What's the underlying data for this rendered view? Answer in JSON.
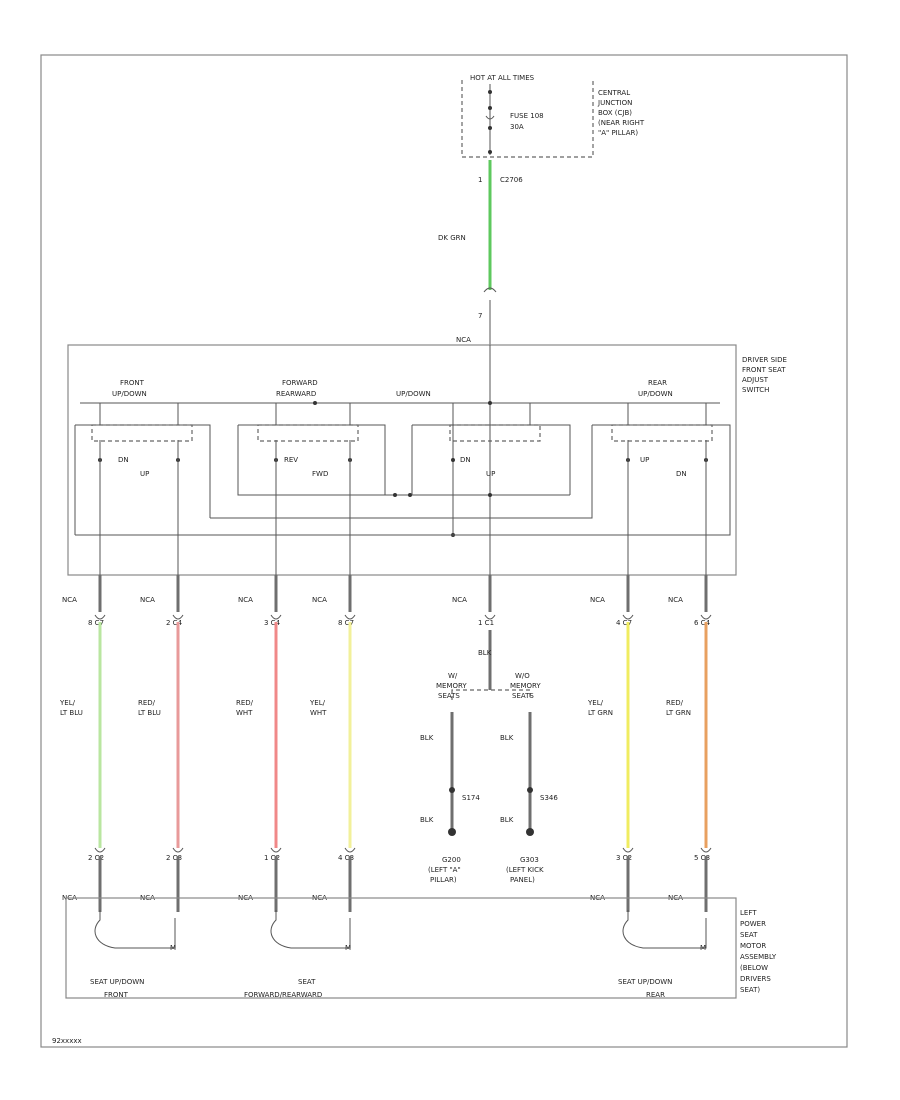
{
  "fuse_block": {
    "hot_label": "HOT AT ALL TIMES",
    "fuse_label": "FUSE 108",
    "fuse_rating": "30A",
    "location": [
      "CENTRAL",
      "JUNCTION",
      "BOX (CJB)",
      "(NEAR RIGHT",
      "\"A\" PILLAR)"
    ],
    "pin": "1",
    "connector": "C2706"
  },
  "feed_wire": {
    "color_label": "DK GRN",
    "color_hex": "#5ec85e",
    "pin": "7"
  },
  "switch": {
    "label": [
      "DRIVER SIDE",
      "FRONT SEAT",
      "ADJUST",
      "SWITCH"
    ],
    "nca_top": "NCA",
    "sections": [
      {
        "title": [
          "FRONT",
          "UP/DOWN"
        ],
        "pos_a": "DN",
        "pos_b": "UP"
      },
      {
        "title": [
          "FORWARD",
          "REARWARD"
        ],
        "pos_a": "REV",
        "pos_b": "FWD"
      },
      {
        "title": [
          "UP/DOWN"
        ],
        "pos_a": "DN",
        "pos_b": "UP"
      },
      {
        "title": [
          "REAR",
          "UP/DOWN"
        ],
        "pos_a": "UP",
        "pos_b": "DN"
      }
    ]
  },
  "wires": [
    {
      "nca": "NCA",
      "pin_top": "8",
      "pin_top_c": "C7",
      "color": [
        "YEL/",
        "LT BLU"
      ],
      "hex": "#b9e6a0",
      "pin_bot": "2",
      "pin_bot_c": "C2"
    },
    {
      "nca": "NCA",
      "pin_top": "2",
      "pin_top_c": "C4",
      "color": [
        "RED/",
        "LT BLU"
      ],
      "hex": "#e89a9a",
      "pin_bot": "2",
      "pin_bot_c": "C3"
    },
    {
      "nca": "NCA",
      "pin_top": "3",
      "pin_top_c": "C4",
      "color": [
        "RED/",
        "WHT"
      ],
      "hex": "#f08888",
      "pin_bot": "1",
      "pin_bot_c": "C2"
    },
    {
      "nca": "NCA",
      "pin_top": "8",
      "pin_top_c": "C7",
      "color": [
        "YEL/",
        "WHT"
      ],
      "hex": "#f2f09a",
      "pin_bot": "4",
      "pin_bot_c": "C3"
    },
    {
      "nca": "NCA",
      "pin_top": "1",
      "pin_top_c": "C1",
      "color": [],
      "hex": "#6f6f6f",
      "pin_bot": "",
      "pin_bot_c": ""
    },
    {
      "nca": "NCA",
      "pin_top": "4",
      "pin_top_c": "C7",
      "color": [
        "YEL/",
        "LT GRN"
      ],
      "hex": "#f0ec60",
      "pin_bot": "3",
      "pin_bot_c": "C2"
    },
    {
      "nca": "NCA",
      "pin_top": "6",
      "pin_top_c": "C4",
      "color": [
        "RED/",
        "LT GRN"
      ],
      "hex": "#e8a060",
      "pin_bot": "5",
      "pin_bot_c": "C3"
    }
  ],
  "ground": {
    "blk_top": "BLK",
    "split_left": [
      "W/",
      "MEMORY",
      "SEATS"
    ],
    "split_right": [
      "W/O",
      "MEMORY",
      "SEATS"
    ],
    "blk_left": "BLK",
    "blk_right": "BLK",
    "splice_left": "S174",
    "splice_right": "S346",
    "blk_left2": "BLK",
    "blk_right2": "BLK",
    "g_left": [
      "G200",
      "(LEFT \"A\"",
      "PILLAR)"
    ],
    "g_right": [
      "G303",
      "(LEFT KICK",
      "PANEL)"
    ]
  },
  "motor": {
    "label": [
      "LEFT",
      "POWER",
      "SEAT",
      "MOTOR",
      "ASSEMBLY",
      "(BELOW",
      "DRIVERS",
      "SEAT)"
    ],
    "m": "M",
    "motors": [
      {
        "name": [
          "SEAT UP/DOWN",
          "FRONT"
        ]
      },
      {
        "name": [
          "SEAT",
          "FORWARD/REARWARD"
        ]
      },
      {
        "name": [
          "SEAT UP/DOWN",
          "REAR"
        ]
      }
    ],
    "nca": "NCA"
  },
  "footer": "92xxxxx"
}
